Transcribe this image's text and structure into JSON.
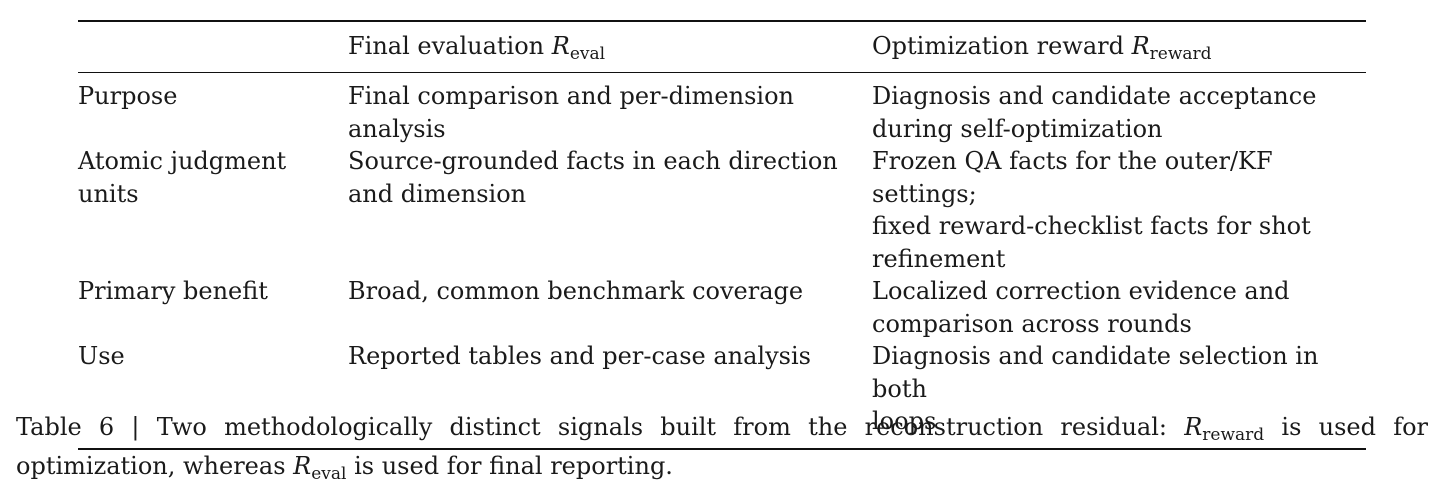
{
  "table": {
    "header": {
      "col1": "",
      "col2_text": "Final evaluation ",
      "col2_var": "R",
      "col2_sub": "eval",
      "col3_text": "Optimization reward ",
      "col3_var": "R",
      "col3_sub": "reward"
    },
    "rows": [
      {
        "label": [
          "Purpose"
        ],
        "eval": [
          "Final comparison and per-dimension",
          "analysis"
        ],
        "reward": [
          "Diagnosis and candidate acceptance",
          "during self-optimization"
        ]
      },
      {
        "label": [
          "Atomic judgment",
          "units"
        ],
        "eval": [
          "Source-grounded facts in each direction",
          "and dimension"
        ],
        "reward": [
          "Frozen QA facts for the outer/KF settings;",
          "fixed reward-checklist facts for shot",
          "refinement"
        ]
      },
      {
        "label": [
          "Primary benefit"
        ],
        "eval": [
          "Broad, common benchmark coverage"
        ],
        "reward": [
          "Localized correction evidence and",
          "comparison across rounds"
        ]
      },
      {
        "label": [
          "Use"
        ],
        "eval": [
          "Reported tables and per-case analysis"
        ],
        "reward": [
          "Diagnosis and candidate selection in both",
          "loops"
        ]
      }
    ]
  },
  "caption": {
    "line1_a": "Table 6 | Two methodologically distinct signals built from the reconstruction residual: ",
    "line1_var": "R",
    "line1_sub": "reward",
    "line1_b": " is used for",
    "line2_a": "optimization, whereas ",
    "line2_var": "R",
    "line2_sub": "eval",
    "line2_b": " is used for final reporting."
  }
}
